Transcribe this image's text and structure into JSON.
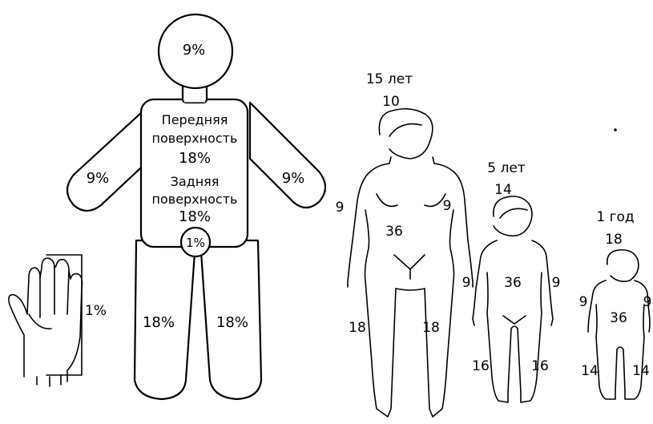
{
  "doll": {
    "head": "9%",
    "front_title_1": "Передняя",
    "front_title_2": "поверхность",
    "front_value": "18%",
    "back_title_1": "Задняя",
    "back_title_2": "поверхность",
    "back_value": "18%",
    "perineum": "1%",
    "left_arm": "9%",
    "right_arm": "9%",
    "left_leg": "18%",
    "right_leg": "18%"
  },
  "palm": {
    "value": "1%"
  },
  "age15": {
    "title": "15 лет",
    "head": "10",
    "arm_left": "9",
    "arm_right": "9",
    "trunk": "36",
    "leg_left": "18",
    "leg_right": "18"
  },
  "age5": {
    "title": "5 лет",
    "head": "14",
    "arm_left": "9",
    "arm_right": "9",
    "trunk": "36",
    "leg_left": "16",
    "leg_right": "16"
  },
  "age1": {
    "title": "1 год",
    "head": "18",
    "arm_left": "9",
    "arm_right": "9",
    "trunk": "36",
    "leg_left": "14",
    "leg_right": "14"
  }
}
